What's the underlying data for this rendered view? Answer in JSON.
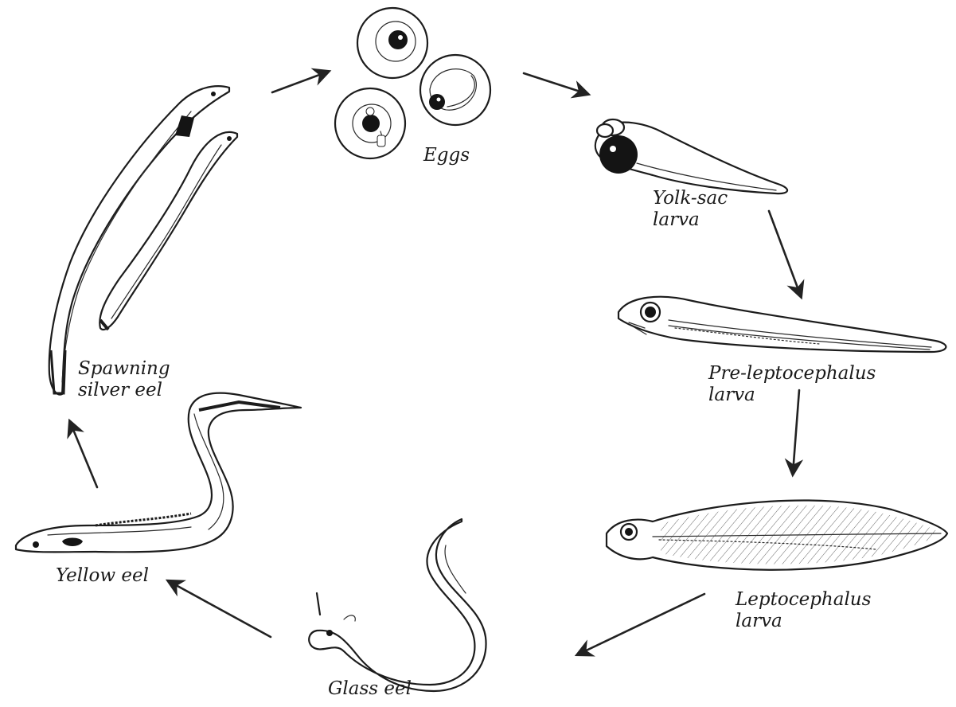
{
  "stages": [
    {
      "id": "eggs",
      "label_lines": [
        "Eggs"
      ]
    },
    {
      "id": "yolk-sac-larva",
      "label_lines": [
        "Yolk-sac",
        "larva"
      ]
    },
    {
      "id": "pre-leptocephalus-larva",
      "label_lines": [
        "Pre-leptocephalus",
        "larva"
      ]
    },
    {
      "id": "leptocephalus-larva",
      "label_lines": [
        "Leptocephalus",
        "larva"
      ]
    },
    {
      "id": "glass-eel",
      "label_lines": [
        "Glass eel"
      ]
    },
    {
      "id": "yellow-eel",
      "label_lines": [
        "Yellow eel"
      ]
    },
    {
      "id": "spawning-silver-eel",
      "label_lines": [
        "Spawning",
        "silver eel"
      ]
    }
  ],
  "colors": {
    "ink": "#1c1c1c",
    "background": "#ffffff"
  }
}
